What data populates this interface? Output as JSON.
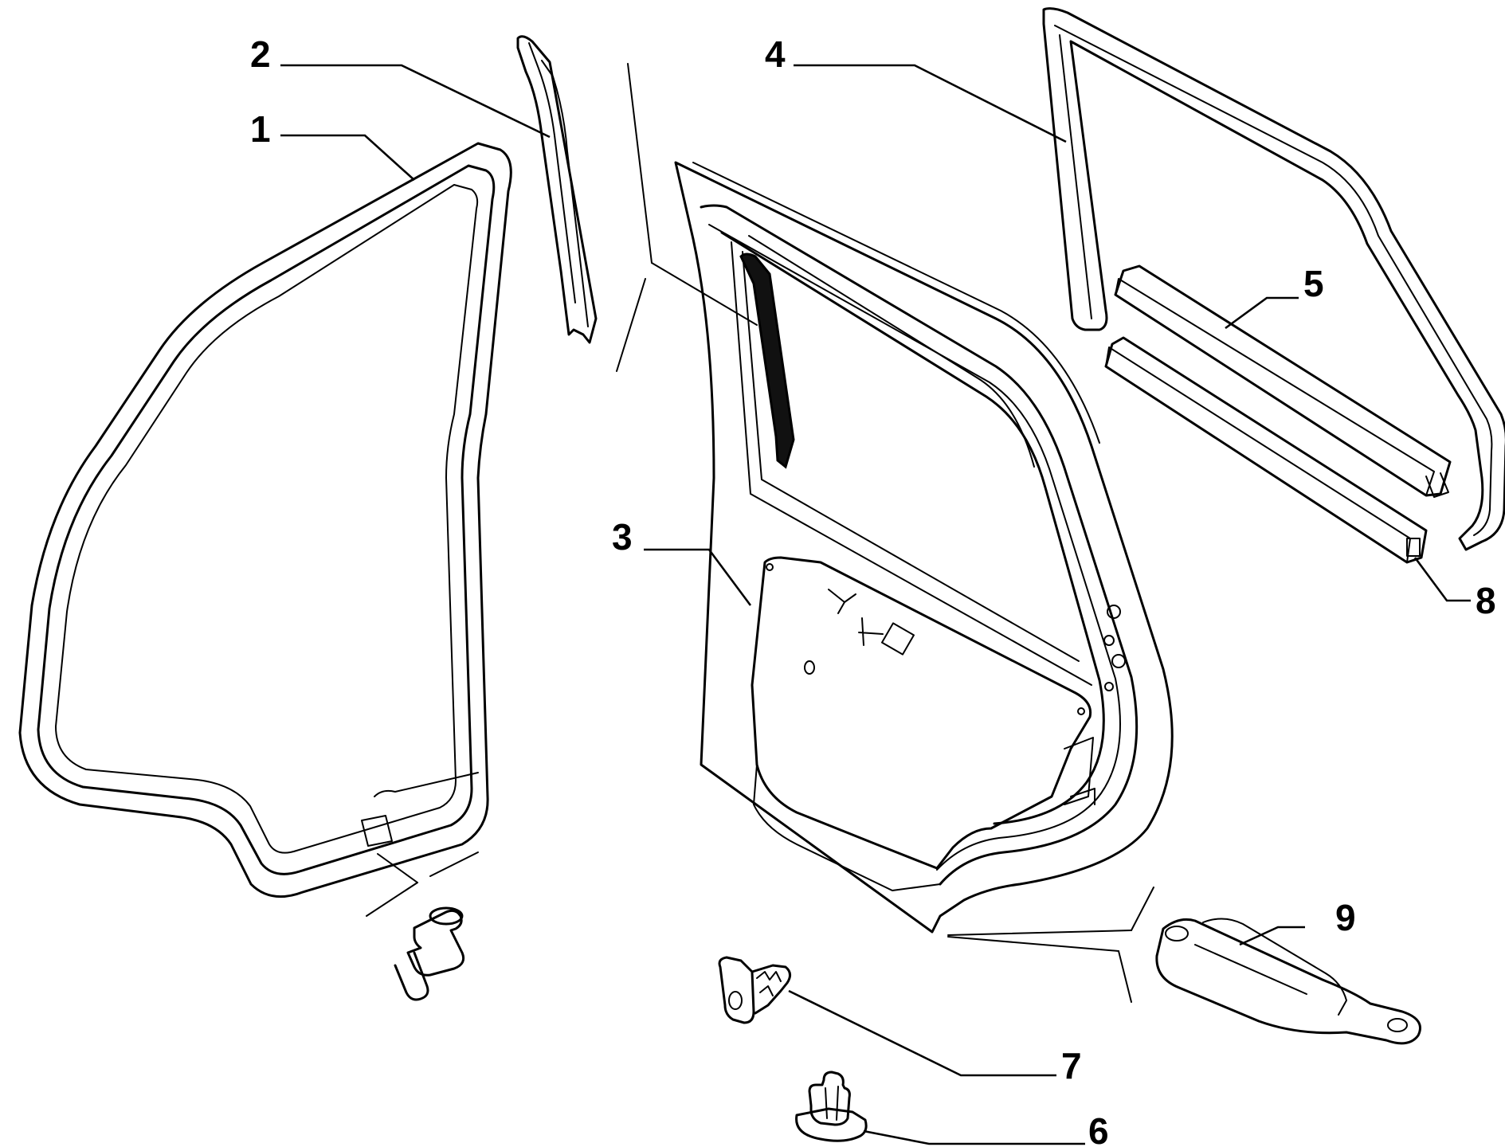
{
  "callouts": {
    "c1": "1",
    "c2": "2",
    "c3": "3",
    "c4": "4",
    "c5": "5",
    "c6": "6",
    "c7": "7",
    "c8": "8",
    "c9": "9"
  },
  "parts": {
    "p1": "door-frame-seal",
    "p2": "front-channel-seal",
    "p3": "rear-door-shell-with-panel",
    "p4": "window-channel-seal",
    "p5": "inner-belt-weatherstrip",
    "p6": "push-fastener",
    "p7": "fir-tree-clip",
    "p8": "outer-belt-weatherstrip",
    "p9": "door-check-strap"
  }
}
